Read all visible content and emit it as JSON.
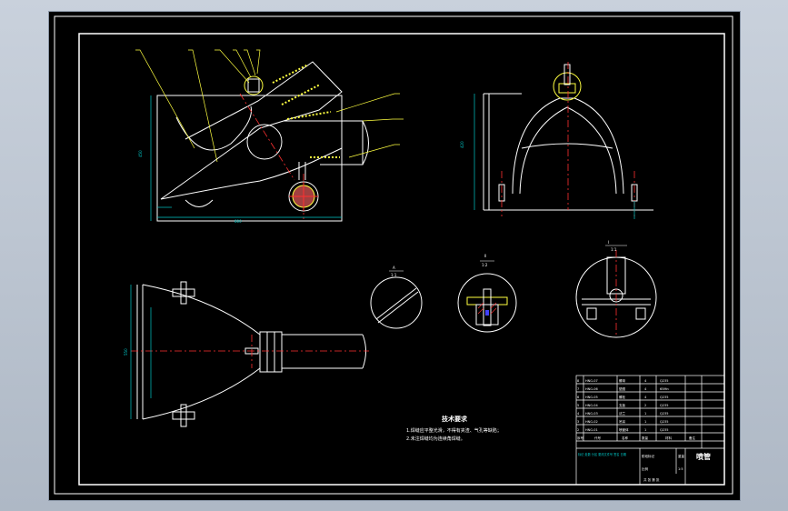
{
  "drawing": {
    "tech_title": "技术要求",
    "tech_notes": [
      "1.焊缝应平整光滑，不得有夹渣、气孔等缺陷；",
      "2.未注焊缝均为连续角焊缝。"
    ],
    "section_labels": {
      "view_i": "I",
      "view_ii": "II",
      "detail_a": "A",
      "scale_a": "1:1",
      "scale_ii": "1:2",
      "scale_view": "1:1"
    },
    "part_numbers": [
      "1",
      "2",
      "3",
      "4",
      "5",
      "6",
      "7",
      "8"
    ],
    "dims": {
      "height_left": "450",
      "width_bottom": "800",
      "height_right": "420",
      "width_top_view": "550"
    }
  },
  "title_block": {
    "drawing_name": "喷管",
    "rows": [
      {
        "no": "8",
        "code": "HNG-07",
        "name": "螺母",
        "qty": "4",
        "mat": "Q235"
      },
      {
        "no": "7",
        "code": "HNG-06",
        "name": "垫圈",
        "qty": "4",
        "mat": "65Mn"
      },
      {
        "no": "6",
        "code": "HNG-05",
        "name": "螺栓",
        "qty": "4",
        "mat": "Q235"
      },
      {
        "no": "5",
        "code": "HNG-04",
        "name": "支板",
        "qty": "2",
        "mat": "Q235"
      },
      {
        "no": "4",
        "code": "HNG-03",
        "name": "法兰",
        "qty": "1",
        "mat": "Q235"
      },
      {
        "no": "3",
        "code": "HNG-02",
        "name": "吊耳",
        "qty": "1",
        "mat": "Q235"
      },
      {
        "no": "2",
        "code": "HNG-01",
        "name": "喷管体",
        "qty": "1",
        "mat": "Q235"
      }
    ],
    "header": [
      "序号",
      "代号",
      "名称",
      "数量",
      "材料",
      "备注"
    ],
    "footer_left": "标记 处数 分区 更改文件号 签名 日期",
    "stage_label": "阶段标记",
    "weight_label": "重量",
    "scale_label": "比例",
    "scale_value": "1:5",
    "sheet_label": "共 张 第 张"
  },
  "colors": {
    "line": "#ffffff",
    "center": "#ff3030",
    "dim": "#00c8c8",
    "part": "#ffff40",
    "hidden": "#4040ff"
  }
}
